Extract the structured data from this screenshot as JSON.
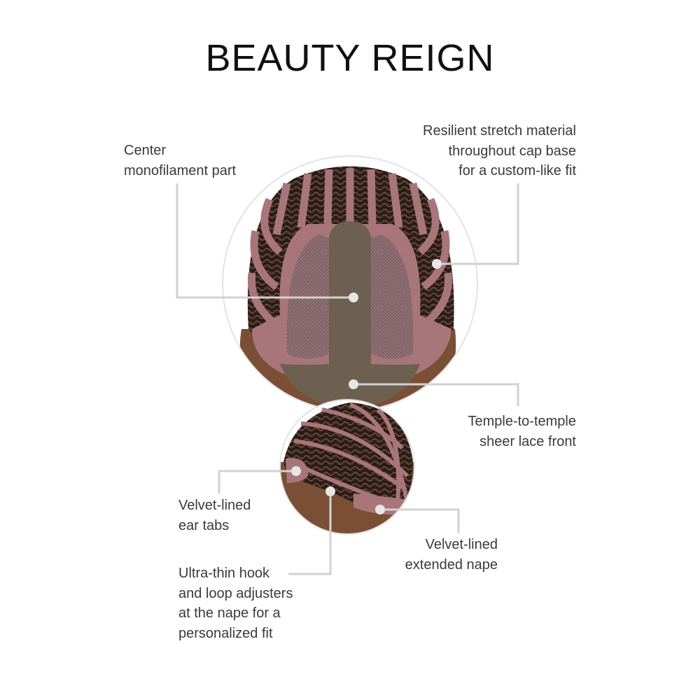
{
  "title": "BEAUTY REIGN",
  "callouts": {
    "center_part": [
      "Center",
      "monofilament part"
    ],
    "stretch": [
      "Resilient stretch material",
      "throughout cap base",
      "for a custom-like fit"
    ],
    "lace_front": [
      "Temple-to-temple",
      "sheer lace front"
    ],
    "ear_tabs": [
      "Velvet-lined",
      "ear tabs"
    ],
    "adjusters": [
      "Ultra-thin hook",
      "and loop adjusters",
      "at the nape for a",
      "personalized fit"
    ],
    "nape": [
      "Velvet-lined",
      "extended nape"
    ]
  },
  "colors": {
    "line": "#d2d2d2",
    "cap_band": "#a8767a",
    "hair": "#6b4630",
    "mono": "#6e6050"
  }
}
